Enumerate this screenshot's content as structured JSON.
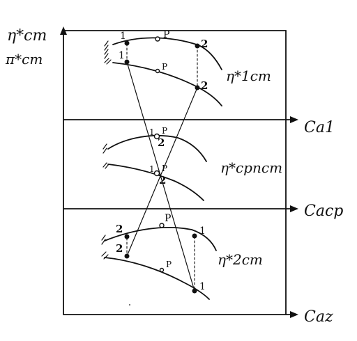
{
  "axis_labels": {
    "eta_st": "η*ст",
    "pi_st": "π*ст",
    "ca1": "Ca1",
    "cacp": "Caср",
    "caz": "Caz"
  },
  "curve_labels": {
    "top": "η*1ст",
    "middle": "η*српст",
    "bottom": "η*2ст"
  },
  "point_labels": {
    "one": "1",
    "two": "2",
    "p": "P"
  },
  "colors": {
    "ink": "#111111",
    "paper": "#ffffff"
  }
}
